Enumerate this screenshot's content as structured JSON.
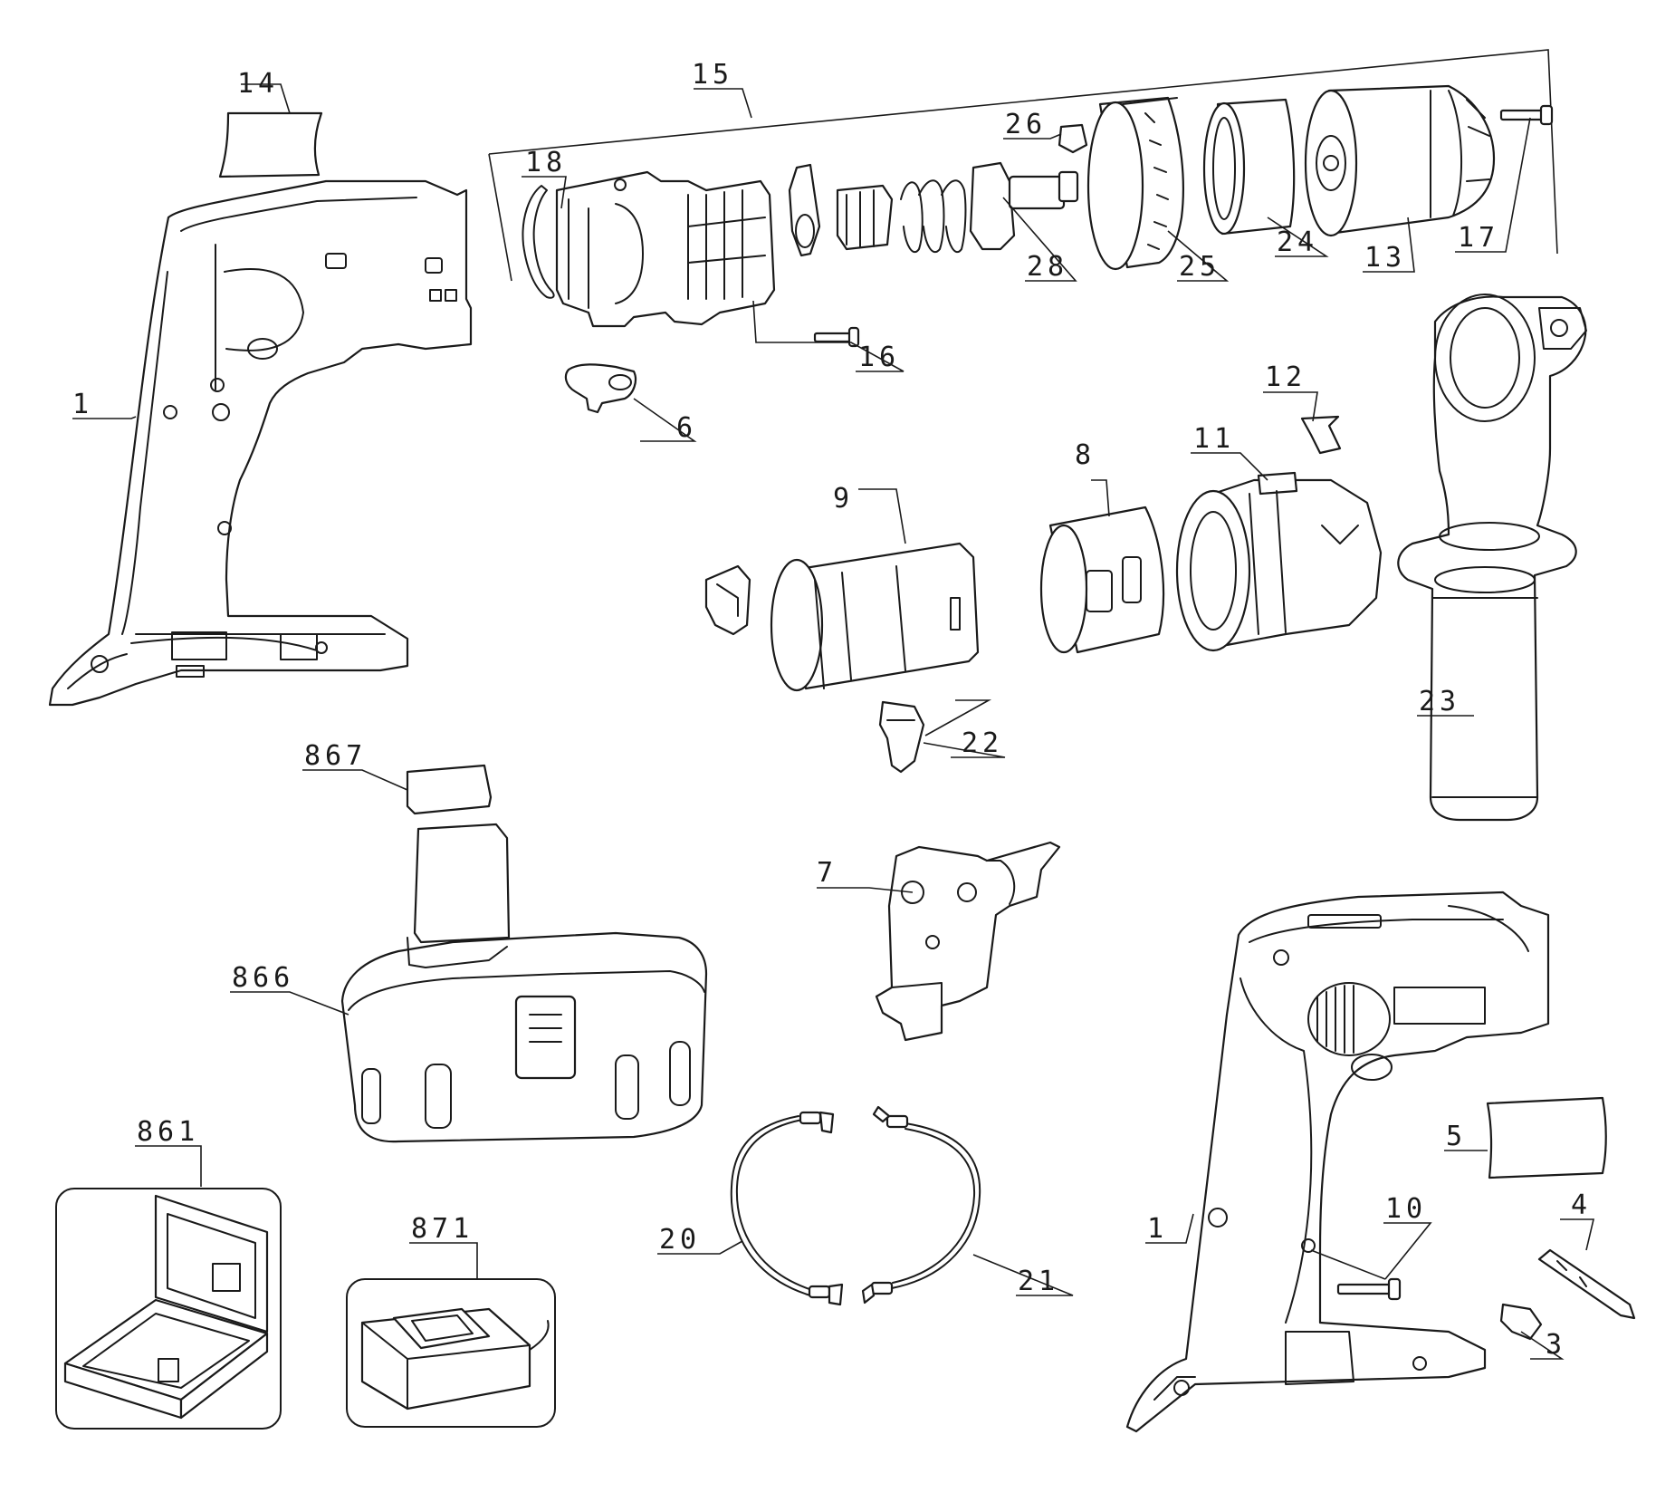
{
  "callouts": {
    "p1a": "1",
    "p1b": "1",
    "p3": "3",
    "p4": "4",
    "p5": "5",
    "p6": "6",
    "p7": "7",
    "p8": "8",
    "p9": "9",
    "p10": "10",
    "p11": "11",
    "p12": "12",
    "p13": "13",
    "p14": "14",
    "p15": "15",
    "p16": "16",
    "p17": "17",
    "p18": "18",
    "p20": "20",
    "p21": "21",
    "p22": "22",
    "p23": "23",
    "p24": "24",
    "p25": "25",
    "p26": "26",
    "p28": "28",
    "p861": "861",
    "p866": "866",
    "p867": "867",
    "p871": "871"
  },
  "parts": [
    {
      "icon": "housing-left-half-icon"
    },
    {
      "icon": "housing-assembled-icon"
    },
    {
      "icon": "label-icon"
    },
    {
      "icon": "gear-case-icon"
    },
    {
      "icon": "clutch-ring-icon"
    },
    {
      "icon": "chuck-icon"
    },
    {
      "icon": "side-handle-icon"
    },
    {
      "icon": "motor-icon"
    },
    {
      "icon": "battery-pack-icon"
    },
    {
      "icon": "carrying-case-icon"
    },
    {
      "icon": "charger-icon"
    },
    {
      "icon": "switch-icon"
    },
    {
      "icon": "wire-lead-icon"
    },
    {
      "icon": "screwdriver-bit-icon"
    }
  ]
}
